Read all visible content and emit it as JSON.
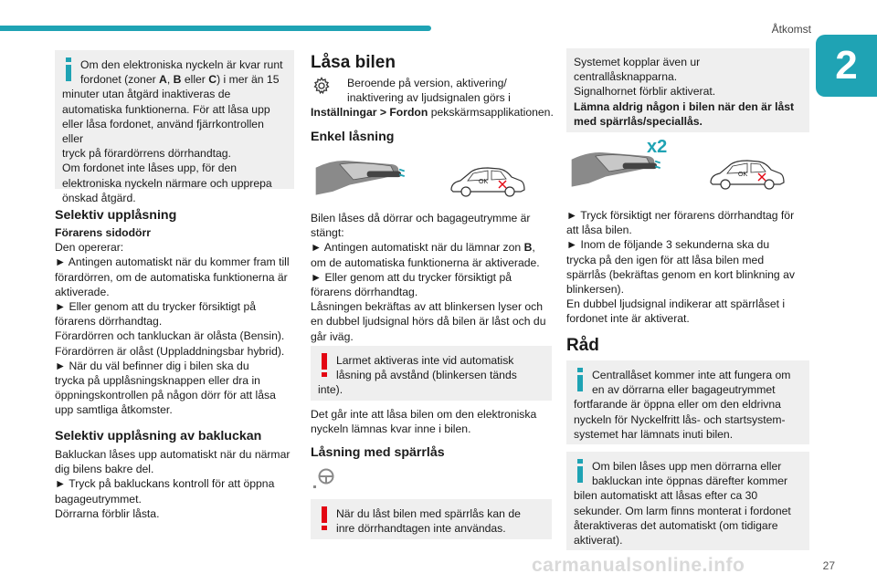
{
  "header": {
    "section": "Åtkomst",
    "chapter": "2"
  },
  "footer": {
    "page": "27",
    "watermark": "carmanualsonline.info"
  },
  "col1": {
    "info1": [
      "Om den elektroniska nyckeln är kvar runt",
      "fordonet (zoner A, B eller C) i mer än 15",
      "minuter utan åtgärd inaktiveras de",
      "automatiska funktionerna. För att låsa upp",
      "eller låsa fordonet, använd fjärrkontrollen eller",
      "tryck på förardörrens dörrhandtag.",
      "Om fordonet inte låses upp, för den",
      "elektroniska nyckeln närmare och upprepa",
      "önskad åtgärd."
    ],
    "heading1": "Selektiv upplåsning",
    "subheading": "Förarens sidodörr",
    "body1": [
      "Den opererar:",
      "► Antingen automatiskt när du kommer fram till",
      "förardörren, om de automatiska funktionerna är",
      "aktiverade.",
      "► Eller genom att du trycker försiktigt på",
      "förarens dörrhandtag.",
      "Förardörren och tankluckan är olåsta (Bensin).",
      "Förardörren är olåst (Uppladdningsbar hybrid).",
      "► När du väl befinner dig i bilen ska du",
      "trycka på upplåsningsknappen eller dra in",
      "öppningskontrollen på någon dörr för att låsa",
      "upp samtliga åtkomster."
    ],
    "heading2": "Selektiv upplåsning av bakluckan",
    "body2": [
      "Bakluckan låses upp automatiskt när du närmar",
      "dig bilens bakre del.",
      "► Tryck på bakluckans kontroll för att öppna",
      "bagageutrymmet.",
      "Dörrarna förblir låsta."
    ]
  },
  "col2": {
    "title": "Låsa bilen",
    "gear_text": [
      "Beroende på version, aktivering/",
      "inaktivering av ljudsignalen görs i"
    ],
    "gear_text_bold": "Inställningar > Fordon",
    "gear_text_rest": " pekskärmsapplikationen.",
    "heading1": "Enkel låsning",
    "body1": [
      "Bilen låses då dörrar och bagageutrymme är",
      "stängt:",
      "► Antingen automatiskt när du lämnar zon B,",
      "om de automatiska funktionerna är aktiverade.",
      "► Eller genom att du trycker försiktigt på",
      "förarens dörrhandtag.",
      "Låsningen bekräftas av att blinkersen lyser och",
      "en dubbel ljudsignal hörs då bilen är låst och du",
      "går iväg."
    ],
    "warn1": [
      "Larmet aktiveras inte vid automatisk",
      "låsning på avstånd (blinkersen tänds",
      "inte)."
    ],
    "body2": [
      "Det går inte att låsa bilen om den elektroniska",
      "nyckeln lämnas kvar inne i bilen."
    ],
    "heading2": "Låsning med spärrlås",
    "warn2": [
      "När du låst bilen med spärrlås kan de",
      "inre dörrhandtagen inte användas."
    ],
    "ok_label": "OK"
  },
  "col3": {
    "box1": [
      "Systemet kopplar även ur",
      "centrallåsknapparna.",
      "Signalhornet förblir aktiverat."
    ],
    "box1_bold": [
      "Lämna aldrig någon i bilen när den är låst",
      "med spärrlås/speciallås."
    ],
    "x2": "x2",
    "ok_label": "OK",
    "body1": [
      "► Tryck försiktigt ner förarens dörrhandtag för",
      "att låsa bilen.",
      "► Inom de följande 3 sekunderna ska du",
      "trycka på den igen för att låsa bilen med",
      "spärrlås (bekräftas genom en kort blinkning av",
      "blinkersen).",
      "En dubbel ljudsignal indikerar att spärrlåset i",
      "fordonet inte är aktiverat."
    ],
    "heading": "Råd",
    "info1": [
      "Centrallåset kommer inte att fungera om",
      "en av dörrarna eller bagageutrymmet",
      "fortfarande är öppna eller om den eldrivna",
      "nyckeln för Nyckelfritt lås- och startsystem-",
      "systemet har lämnats inuti bilen."
    ],
    "info2": [
      "Om bilen låses upp men dörrarna eller",
      "bakluckan inte öppnas därefter kommer",
      "bilen automatiskt att låsas efter ca 30",
      "sekunder. Om larm finns monterat i fordonet",
      "återaktiveras det automatiskt (om tidigare",
      "aktiverat)."
    ]
  },
  "colors": {
    "accent": "#1fa3b4",
    "warning": "#e30613",
    "box": "#efefef"
  }
}
